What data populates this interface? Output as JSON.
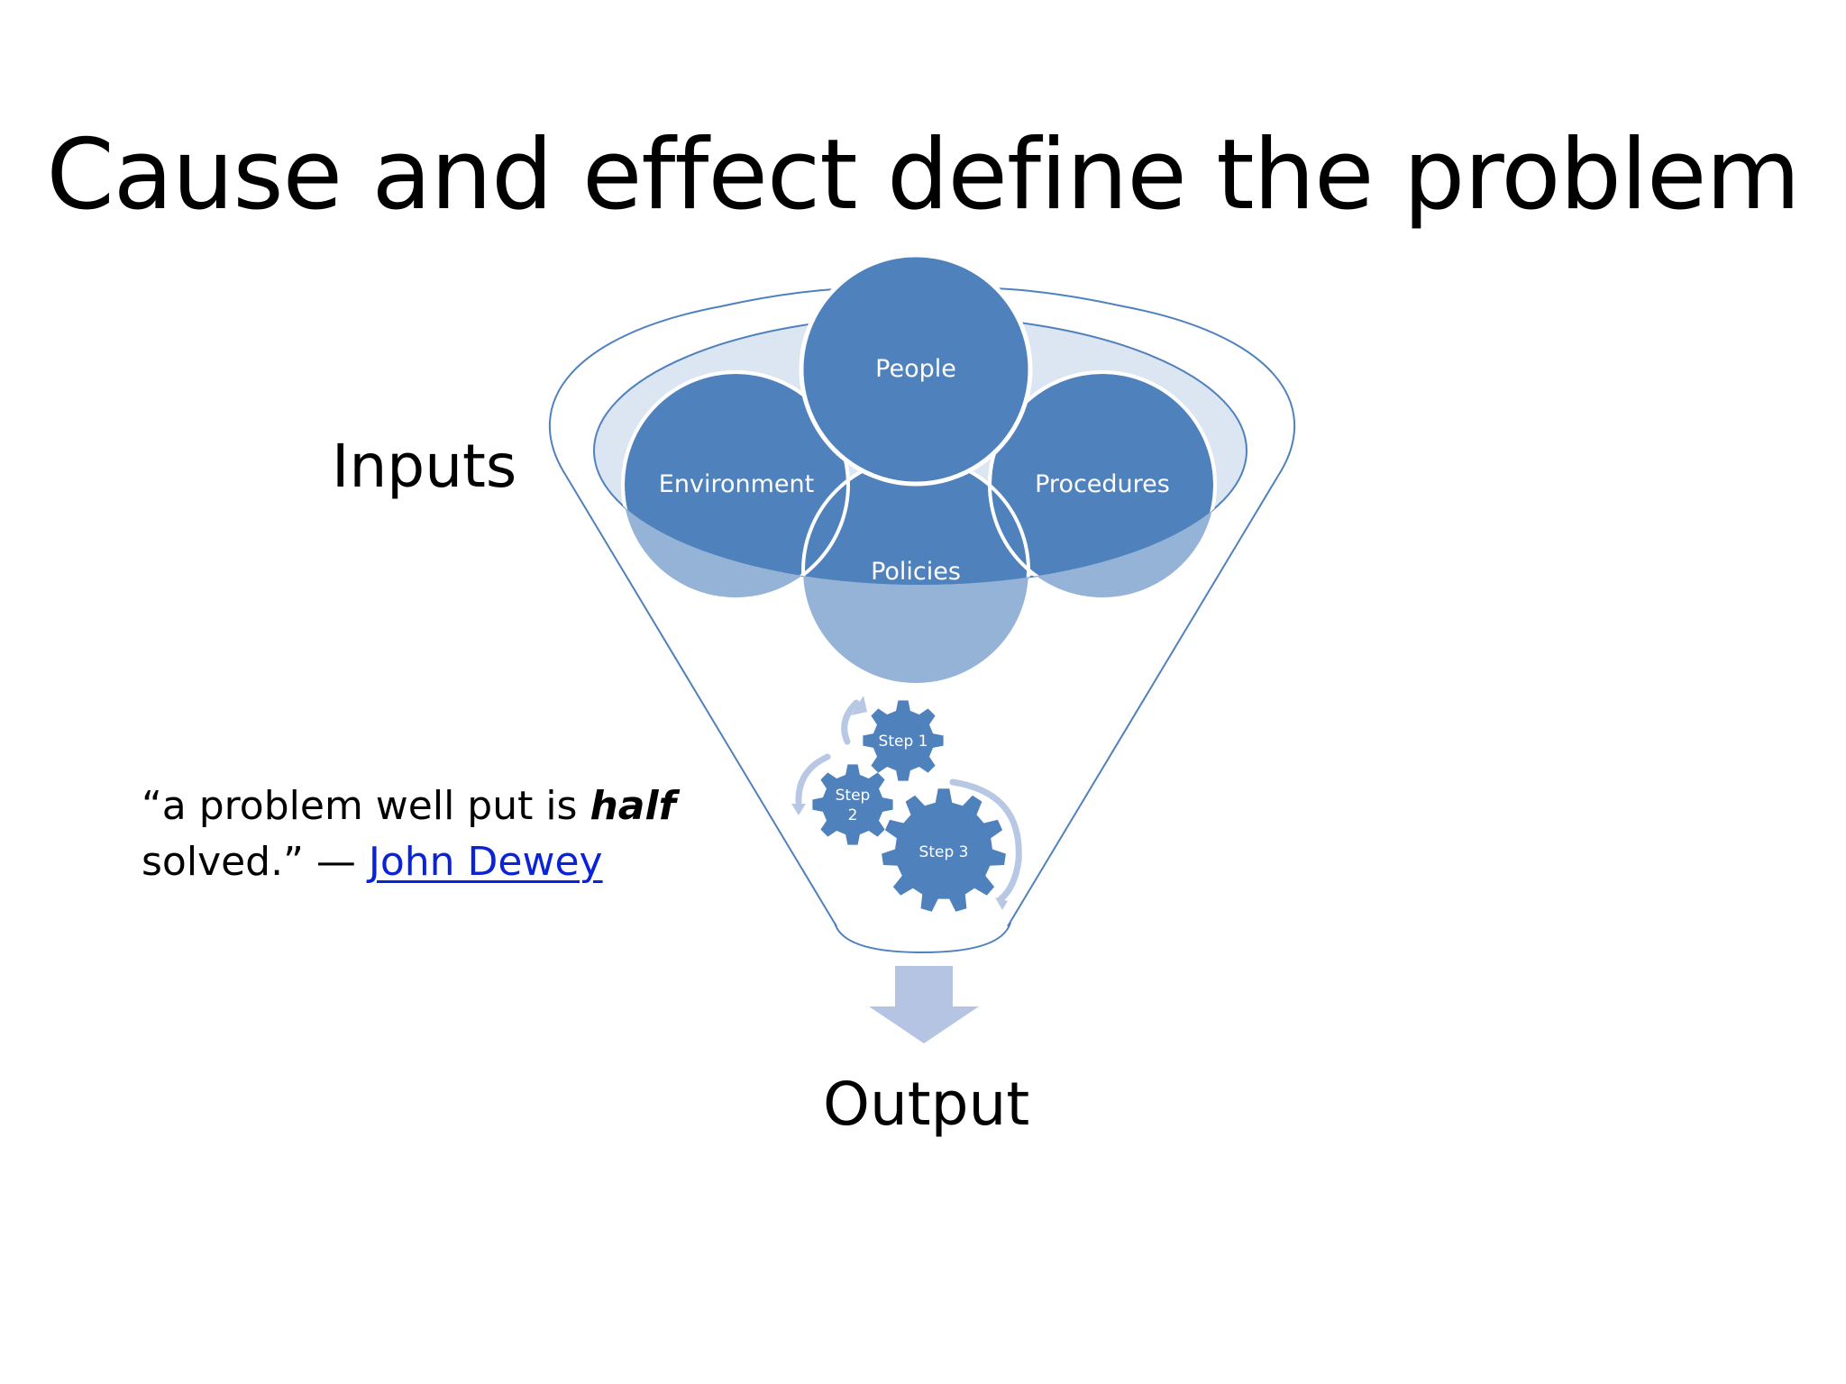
{
  "slide": {
    "title": "Cause and effect define the problem",
    "inputs_label": "Inputs",
    "output_label": "Output"
  },
  "quote": {
    "open": "“a problem well put is ",
    "emphasis": "half",
    "middle": " solved.” — ",
    "link_text": "John Dewey"
  },
  "diagram": {
    "circles": {
      "people": "People",
      "environment": "Environment",
      "policies": "Policies",
      "procedures": "Procedures"
    },
    "gears": {
      "step1": "Step 1",
      "step2_line1": "Step",
      "step2_line2": "2",
      "step3": "Step 3"
    },
    "colors": {
      "circle_fill": "#4f81bd",
      "circle_fill_light": "#95b3d7",
      "funnel_stroke": "#4f81bd",
      "funnel_band": "#dce6f2",
      "arrow_fill": "#b4c4e2",
      "cycle_arrow": "#b8c8e4",
      "link": "#0b23d6"
    }
  }
}
